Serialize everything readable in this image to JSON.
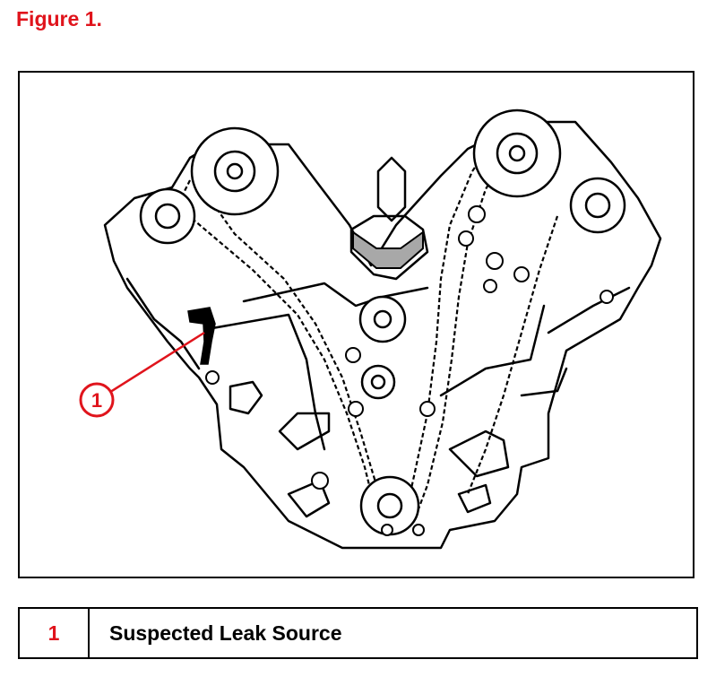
{
  "figure": {
    "title": "Figure 1.",
    "callout_number": "1"
  },
  "legend": [
    {
      "number": "1",
      "description": "Suspected Leak Source"
    }
  ],
  "colors": {
    "accent_red": "#e0141c",
    "outline": "#000000",
    "guide_gray": "#a8a8a8"
  }
}
